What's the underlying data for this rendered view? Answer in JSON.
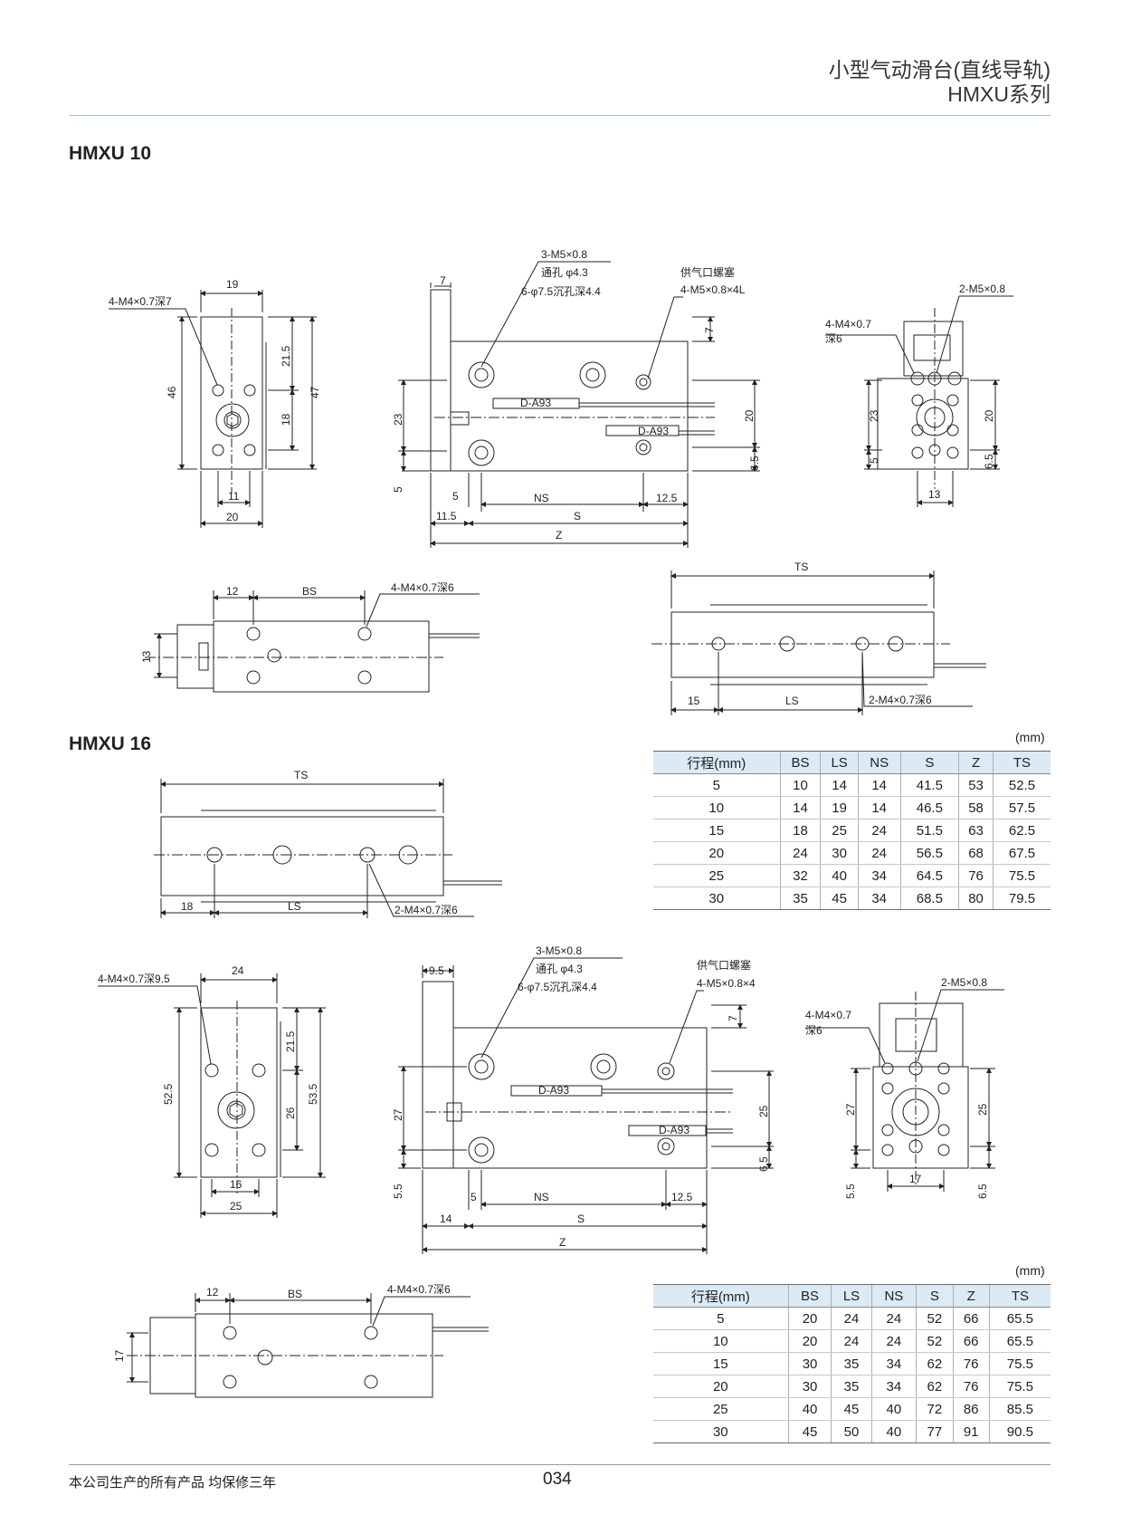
{
  "header": {
    "title_cn": "小型气动滑台(直线导轨)",
    "title_series": "HMXU系列"
  },
  "sections": {
    "hmxu10": "HMXU 10",
    "hmxu16": "HMXU 16"
  },
  "drawing10": {
    "front": {
      "callout": "4-M4×0.7深7",
      "d19": "19",
      "d46": "46",
      "d47": "47",
      "d215": "21.5",
      "d18": "18",
      "d11": "11",
      "d20": "20"
    },
    "side": {
      "c1": "3-M5×0.8",
      "c2": "通孔 φ4.3",
      "c3": "6-φ7.5沉孔深4.4",
      "c4": "供气口螺塞",
      "c5": "4-M5×0.8×4L",
      "d7a": "7",
      "d7b": "7",
      "d23": "23",
      "d5": "5",
      "d20": "20",
      "d65": "6.5",
      "s1": "D-A93",
      "s2": "D-A93",
      "d5b": "5",
      "ns": "NS",
      "d125": "12.5",
      "d115": "11.5",
      "s": "S",
      "z": "Z"
    },
    "end": {
      "c1": "2-M5×0.8",
      "c2": "4-M4×0.7",
      "c3": "深6",
      "d23": "23",
      "d5": "5",
      "d20": "20",
      "d65": "6.5",
      "d13": "13"
    },
    "bottom": {
      "d12": "12",
      "bs": "BS",
      "callout": "4-M4×0.7深6",
      "d13": "13"
    },
    "top": {
      "ts": "TS",
      "d15": "15",
      "ls": "LS",
      "callout": "2-M4×0.7深6"
    }
  },
  "drawing16": {
    "top": {
      "ts": "TS",
      "d18": "18",
      "ls": "LS",
      "callout": "2-M4×0.7深6"
    },
    "front": {
      "callout": "4-M4×0.7深9.5",
      "d24": "24",
      "d525": "52.5",
      "d215": "21.5",
      "d535": "53.5",
      "d26": "26",
      "d16": "16",
      "d25": "25"
    },
    "side": {
      "c1": "3-M5×0.8",
      "c2": "通孔 φ4.3",
      "c3": "6-φ7.5沉孔深4.4",
      "c4": "供气口螺塞",
      "c5": "4-M5×0.8×4",
      "d95": "9.5",
      "d7": "7",
      "d27": "27",
      "d25": "25",
      "d65": "6.5",
      "d55": "5.5",
      "s1": "D-A93",
      "s2": "D-A93",
      "d5": "5",
      "ns": "NS",
      "d125": "12.5",
      "d14": "14",
      "s": "S",
      "z": "Z"
    },
    "end": {
      "c1": "2-M5×0.8",
      "c2": "4-M4×0.7",
      "c3": "深6",
      "d27": "27",
      "d25": "25",
      "d55": "5.5",
      "d17": "17",
      "d65": "6.5"
    },
    "bottom": {
      "d12": "12",
      "bs": "BS",
      "callout": "4-M4×0.7深6",
      "d17": "17"
    }
  },
  "table10": {
    "unit": "(mm)",
    "headers": [
      "行程(mm)",
      "BS",
      "LS",
      "NS",
      "S",
      "Z",
      "TS"
    ],
    "rows": [
      [
        "5",
        "10",
        "14",
        "14",
        "41.5",
        "53",
        "52.5"
      ],
      [
        "10",
        "14",
        "19",
        "14",
        "46.5",
        "58",
        "57.5"
      ],
      [
        "15",
        "18",
        "25",
        "24",
        "51.5",
        "63",
        "62.5"
      ],
      [
        "20",
        "24",
        "30",
        "24",
        "56.5",
        "68",
        "67.5"
      ],
      [
        "25",
        "32",
        "40",
        "34",
        "64.5",
        "76",
        "75.5"
      ],
      [
        "30",
        "35",
        "45",
        "34",
        "68.5",
        "80",
        "79.5"
      ]
    ]
  },
  "table16": {
    "unit": "(mm)",
    "headers": [
      "行程(mm)",
      "BS",
      "LS",
      "NS",
      "S",
      "Z",
      "TS"
    ],
    "rows": [
      [
        "5",
        "20",
        "24",
        "24",
        "52",
        "66",
        "65.5"
      ],
      [
        "10",
        "20",
        "24",
        "24",
        "52",
        "66",
        "65.5"
      ],
      [
        "15",
        "30",
        "35",
        "34",
        "62",
        "76",
        "75.5"
      ],
      [
        "20",
        "30",
        "35",
        "34",
        "62",
        "76",
        "75.5"
      ],
      [
        "25",
        "40",
        "45",
        "40",
        "72",
        "86",
        "85.5"
      ],
      [
        "30",
        "45",
        "50",
        "40",
        "77",
        "91",
        "90.5"
      ]
    ]
  },
  "footer": {
    "warranty": "本公司生产的所有产品  均保修三年",
    "page": "034"
  }
}
